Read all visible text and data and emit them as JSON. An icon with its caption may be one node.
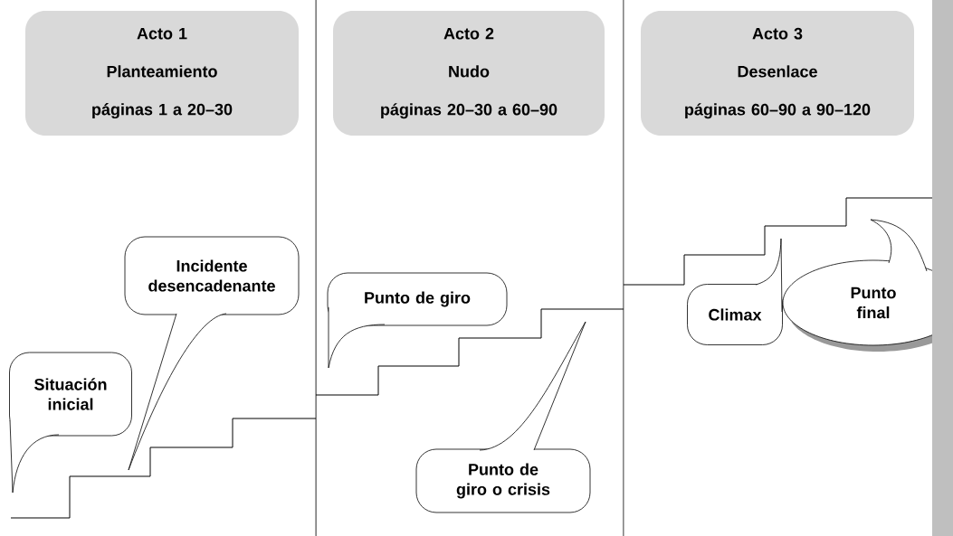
{
  "diagram": {
    "nodes": [
      {
        "text": [
          "Acto 1",
          "Planteamiento",
          "páginas 1 a 20–30"
        ]
      },
      {
        "text": [
          "Acto 2",
          "Nudo",
          "páginas 20–30 a 60–90"
        ]
      },
      {
        "text": [
          "Acto 3",
          "Desenlace",
          "páginas 60–90 a 90–120"
        ]
      },
      {
        "text": [
          "Incidente desencadenante"
        ]
      },
      {
        "text": [
          "Punto de giro"
        ]
      },
      {
        "text": [
          "Situación inicial"
        ]
      },
      {
        "text": [
          "Climax"
        ]
      },
      {
        "text": [
          "Punto final"
        ]
      },
      {
        "text": [
          "Punto de giro o crisis"
        ]
      },
      {
        "text": [],
        "shape": "bar"
      }
    ]
  }
}
